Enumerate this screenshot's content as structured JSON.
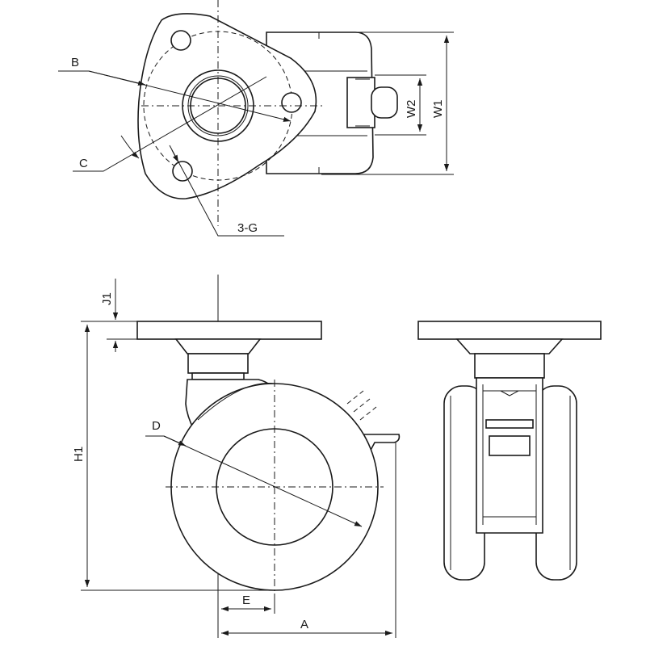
{
  "labels": {
    "B": "B",
    "C": "C",
    "G": "3-G",
    "W1": "W1",
    "W2": "W2",
    "J1": "J1",
    "H1": "H1",
    "D": "D",
    "E": "E",
    "A": "A"
  }
}
